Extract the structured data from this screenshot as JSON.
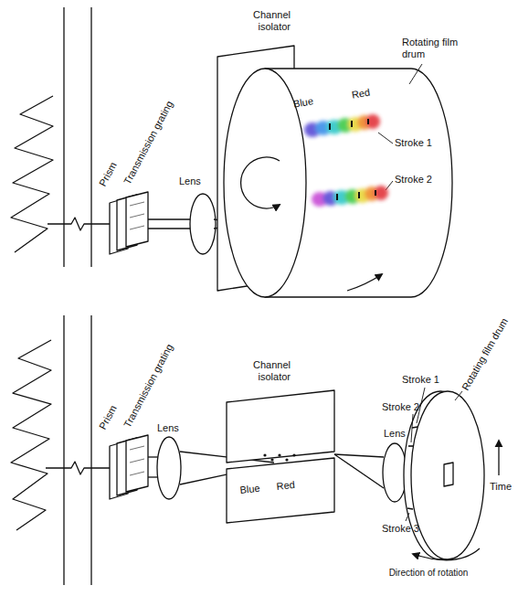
{
  "diagram": {
    "labels": [
      "Prism",
      "Transmission grating",
      "Lens",
      "Channel isolator",
      "Rotating film drum",
      "Blue",
      "Red",
      "Stroke 1",
      "Stroke 2",
      "Prism",
      "Transmission grating",
      "Lens",
      "Channel isolator",
      "Blue",
      "Red",
      "Lens",
      "Stroke 1",
      "Stroke 2",
      "Stroke 3",
      "Rotating film drum",
      "Time",
      "Direction of rotation"
    ]
  }
}
